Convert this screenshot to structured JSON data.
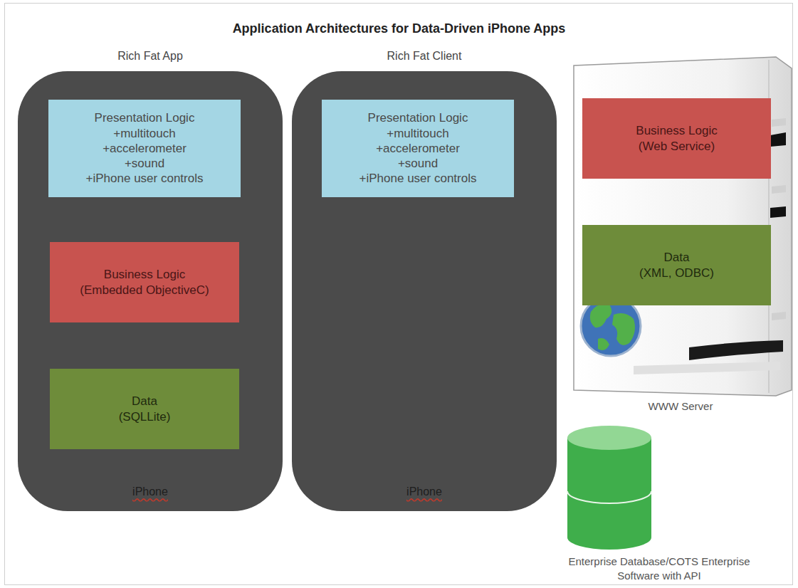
{
  "diagram": {
    "title": "Application Architectures for Data-Driven iPhone Apps",
    "nodes": [
      {
        "text": [
          "Rich Fat App",
          "iPhone"
        ]
      },
      {
        "text": [
          "Presentation Logic",
          "+multitouch",
          "+accelerometer",
          "+sound",
          "+iPhone user controls"
        ],
        "in": 0
      },
      {
        "text": [
          "Business Logic",
          "(Embedded ObjectiveC)"
        ],
        "in": 0
      },
      {
        "text": [
          "Data",
          "(SQLLite)"
        ],
        "in": 0
      },
      {
        "text": [
          "Rich Fat Client",
          "iPhone"
        ]
      },
      {
        "text": [
          "Presentation Logic",
          "+multitouch",
          "+accelerometer",
          "+sound",
          "+iPhone user controls"
        ],
        "in": 4
      },
      {
        "text": [
          "WWW Server"
        ]
      },
      {
        "text": [
          "Business Logic",
          "(Web Service)"
        ],
        "in": 6
      },
      {
        "text": [
          "Data",
          "(XML, ODBC)"
        ],
        "in": 6
      },
      {
        "text": [
          "Enterprise Database/COTS Enterprise Software with API"
        ]
      }
    ]
  }
}
